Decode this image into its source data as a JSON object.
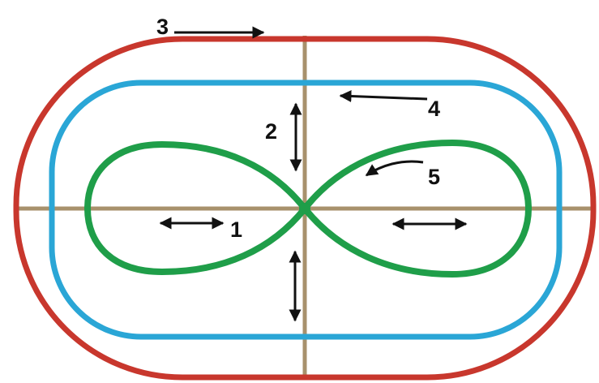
{
  "labels": {
    "one": "1",
    "two": "2",
    "three": "3",
    "four": "4",
    "five": "5"
  },
  "colors": {
    "outer_track": "#c8372d",
    "middle_track": "#2aa6d6",
    "figure_eight": "#1f9e49",
    "axes": "#a8916c",
    "arrows": "#111111"
  }
}
